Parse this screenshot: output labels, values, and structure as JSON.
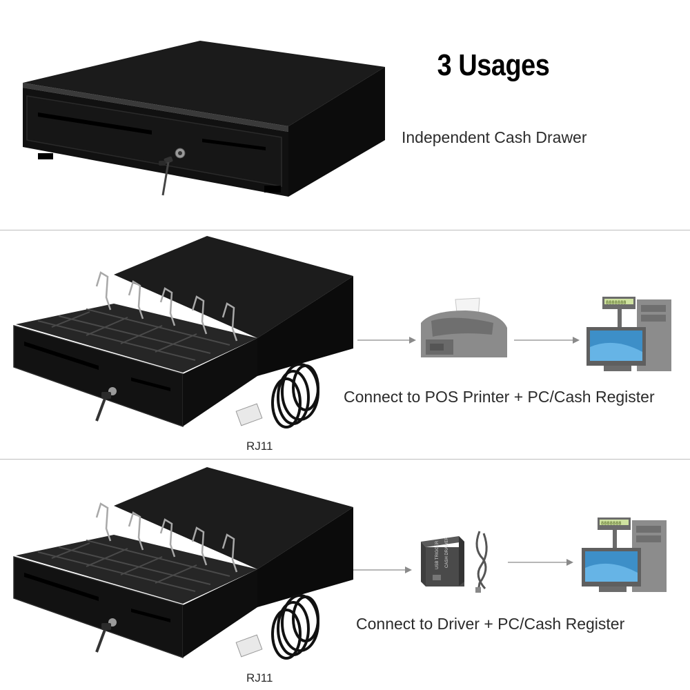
{
  "heading": "3 Usages",
  "usages": [
    {
      "caption": "Independent Cash Drawer"
    },
    {
      "caption": "Connect to POS Printer + PC/Cash Register",
      "cable_label": "RJ11"
    },
    {
      "caption": "Connect to Driver + PC/Cash Register",
      "cable_label": "RJ11"
    }
  ],
  "device_labels": {
    "usb_trigger_line1": "USB TRIGGER",
    "usb_trigger_line2": "CASH DRAWER",
    "pole_display": "8888888"
  }
}
